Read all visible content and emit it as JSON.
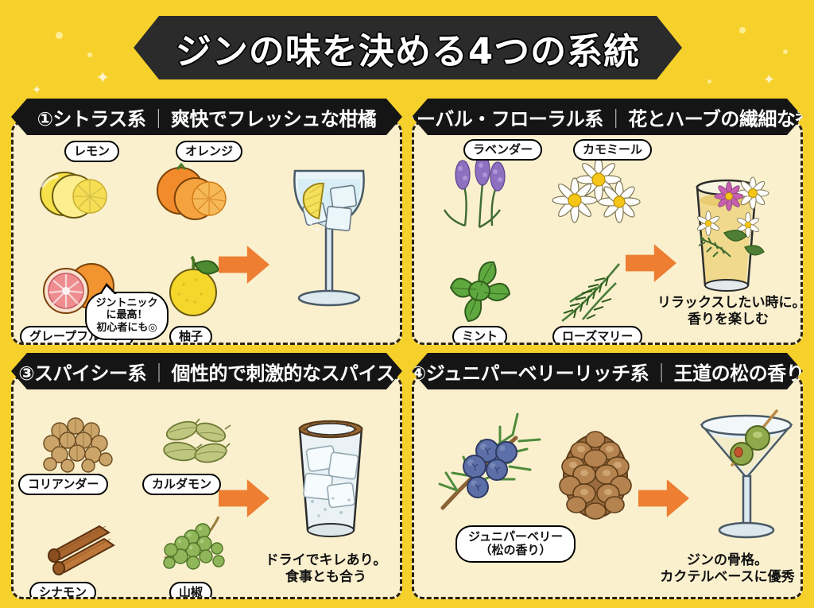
{
  "title": "ジンの味を決める4つの系統",
  "theme": {
    "background": "#F6D12B",
    "panel": "#FAF0CE",
    "banner": "#2B2B2B",
    "arrow": "#ED7E32",
    "outline": "#000000"
  },
  "quadrants": [
    {
      "number": "①",
      "name": "シトラス系",
      "separator": "｜",
      "subtitle": "爽快でフレッシュな柑橘",
      "items": [
        {
          "label": "レモン",
          "icon": "lemon-icon"
        },
        {
          "label": "オレンジ",
          "icon": "orange-icon"
        },
        {
          "label": "グレープフルーツ",
          "icon": "grapefruit-icon"
        },
        {
          "label": "柚子",
          "icon": "yuzu-icon"
        }
      ],
      "glass": "copa-gin-tonic-glass",
      "bubble": [
        "ジントニック",
        "に最高！",
        "初心者にも◎"
      ],
      "caption": []
    },
    {
      "number": "②",
      "name": "ハーバル・フローラル系",
      "separator": "｜",
      "subtitle": "花とハーブの繊細な香り",
      "items": [
        {
          "label": "ラベンダー",
          "icon": "lavender-icon"
        },
        {
          "label": "カモミール",
          "icon": "chamomile-icon"
        },
        {
          "label": "ミント",
          "icon": "mint-icon"
        },
        {
          "label": "ローズマリー",
          "icon": "rosemary-icon"
        }
      ],
      "glass": "herbal-rocks-glass",
      "bubble": [],
      "caption": [
        "リラックスしたい時に。",
        "香りを楽しむ"
      ]
    },
    {
      "number": "③",
      "name": "スパイシー系",
      "separator": "｜",
      "subtitle": "個性的で刺激的なスパイス",
      "items": [
        {
          "label": "コリアンダー",
          "icon": "coriander-seeds-icon"
        },
        {
          "label": "カルダモン",
          "icon": "cardamom-icon"
        },
        {
          "label": "シナモン",
          "icon": "cinnamon-sticks-icon"
        },
        {
          "label": "山椒",
          "icon": "sansho-pepper-icon"
        }
      ],
      "glass": "spiced-rim-rocks-glass",
      "bubble": [],
      "caption": [
        "ドライでキレあり。",
        "食事とも合う"
      ]
    },
    {
      "number": "④",
      "name": "ジュニパーベリーリッチ系",
      "separator": "｜",
      "subtitle": "王道の松の香り",
      "items": [
        {
          "label": "ジュニパーベリー",
          "label2": "（松の香り）",
          "icon": "juniper-berry-branch-icon"
        },
        {
          "label": "",
          "icon": "pine-cone-icon"
        }
      ],
      "glass": "martini-glass-with-olives",
      "bubble": [],
      "caption": [
        "ジンの骨格。",
        "カクテルベースに優秀"
      ]
    }
  ]
}
